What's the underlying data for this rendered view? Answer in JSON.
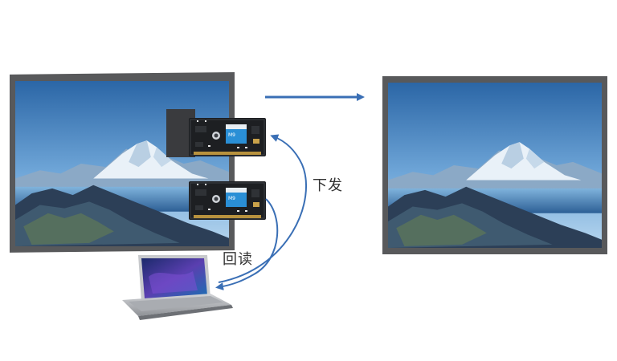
{
  "labels": {
    "send": "下发",
    "readback": "回读"
  },
  "card": {
    "model": "M9"
  },
  "colors": {
    "arrow": "#3a6fb5",
    "frame": "#58595b",
    "sky_top": "#2e6fae",
    "sky_bottom": "#9cc6e8",
    "module_pcb": "#1d1f22",
    "chip_blue": "#2a8fd6",
    "card_backing": "#3a3b3e"
  },
  "icons": [
    "display-screen",
    "receiver-card-module",
    "laptop-icon",
    "arrow-right-icon",
    "curved-arrow-icon"
  ]
}
